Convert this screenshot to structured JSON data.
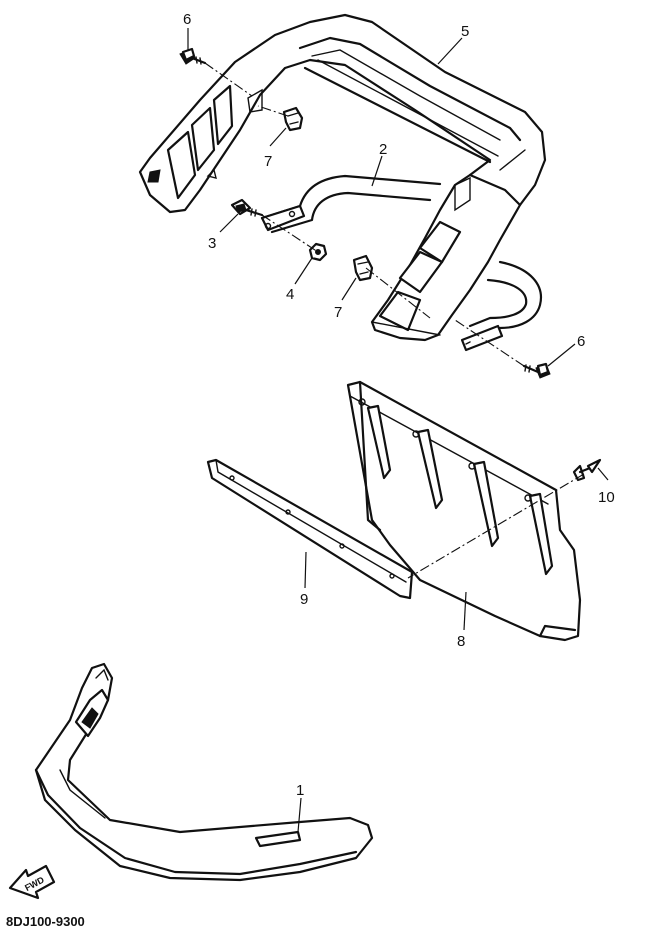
{
  "callouts": {
    "c1": "1",
    "c2": "2",
    "c3": "3",
    "c4": "4",
    "c5": "5",
    "c6a": "6",
    "c6b": "6",
    "c7a": "7",
    "c7b": "7",
    "c8": "8",
    "c9": "9",
    "c10": "10"
  },
  "direction_label": "FWD",
  "diagram_code": "8DJ100-9300",
  "icons": [
    "fwd-arrow-icon"
  ]
}
